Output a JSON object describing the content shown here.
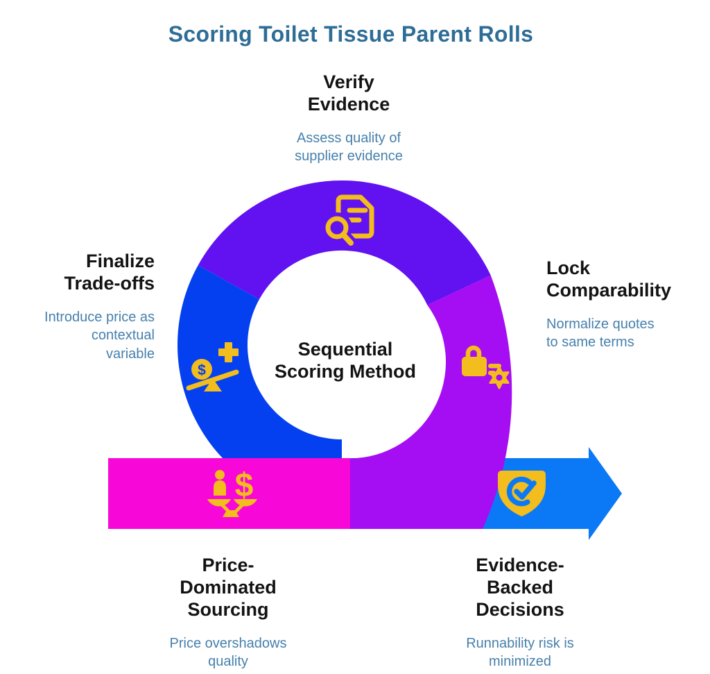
{
  "title": "Scoring Toilet Tissue Parent Rolls",
  "center": {
    "label": "Sequential\nScoring Method"
  },
  "steps": {
    "verify": {
      "heading": "Verify\nEvidence",
      "desc": "Assess quality of\nsupplier evidence",
      "icon": "document-search-icon"
    },
    "finalize": {
      "heading": "Finalize\nTrade-offs",
      "desc": "Introduce price as\ncontextual\nvariable",
      "icon": "price-balance-icon"
    },
    "lock": {
      "heading": "Lock\nComparability",
      "desc": "Normalize quotes\nto same terms",
      "icon": "lock-gear-icon"
    },
    "price": {
      "heading": "Price-\nDominated\nSourcing",
      "desc": "Price overshadows\nquality",
      "icon": "person-dollar-scale-icon"
    },
    "evidence": {
      "heading": "Evidence-\nBacked\nDecisions",
      "desc": "Runnability risk is\nminimized",
      "icon": "shield-check-icon"
    }
  },
  "glyphs": {
    "dollar": "$"
  },
  "colors": {
    "title_blue": "#2E6D96",
    "heading_black": "#131313",
    "desc_blue": "#4680AC",
    "purple": "#6211F0",
    "royal_blue": "#0540F0",
    "violet": "#A50DF2",
    "pink": "#F707D8",
    "azure": "#0B79F5",
    "icon_yellow": "#F2BD1D",
    "white": "#FFFFFF"
  }
}
